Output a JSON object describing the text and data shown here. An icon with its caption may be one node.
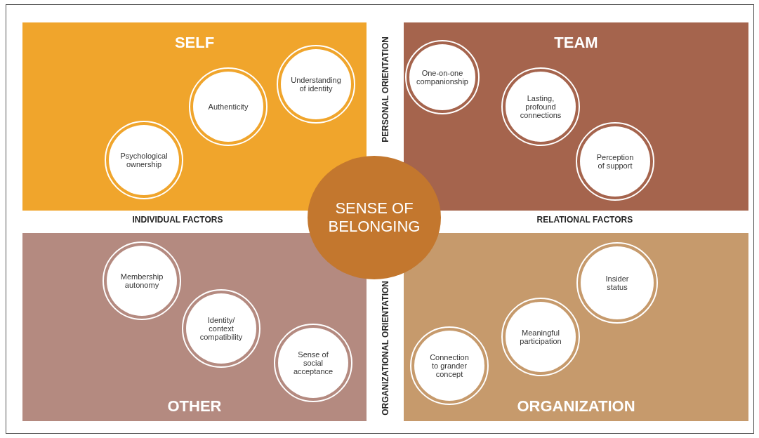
{
  "diagram": {
    "nodes": [
      {
        "text": [
          "SELF"
        ]
      },
      {
        "text": [
          "Understanding of identity"
        ],
        "in": 0
      },
      {
        "text": [
          "Authenticity"
        ],
        "in": 0
      },
      {
        "text": [
          "Psychological ownership"
        ],
        "in": 0
      },
      {
        "text": [
          "TEAM"
        ]
      },
      {
        "text": [
          "One-on-one companionship"
        ],
        "in": 4
      },
      {
        "text": [
          "Lasting, profound connections"
        ],
        "in": 4
      },
      {
        "text": [
          "Perception of support"
        ],
        "in": 4
      },
      {
        "text": [
          "SENSE OF BELONGING"
        ]
      },
      {
        "text": [
          "OTHER"
        ]
      },
      {
        "text": [
          "Membership autonomy"
        ],
        "in": 9
      },
      {
        "text": [
          "Identity/ context compatibility"
        ],
        "in": 9
      },
      {
        "text": [
          "Sense of social acceptance"
        ],
        "in": 9
      },
      {
        "text": [
          "ORGANIZATION"
        ]
      },
      {
        "text": [
          "Insider status"
        ],
        "in": 13
      },
      {
        "text": [
          "Meaningful participation"
        ],
        "in": 13
      },
      {
        "text": [
          "Connection to grander concept"
        ],
        "in": 13
      }
    ],
    "edges": [],
    "labels": [
      "PERSONAL ORIENTATION",
      "INDIVIDUAL FACTORS",
      "RELATIONAL FACTORS",
      "ORGANIZATIONAL ORIENTATION"
    ]
  }
}
